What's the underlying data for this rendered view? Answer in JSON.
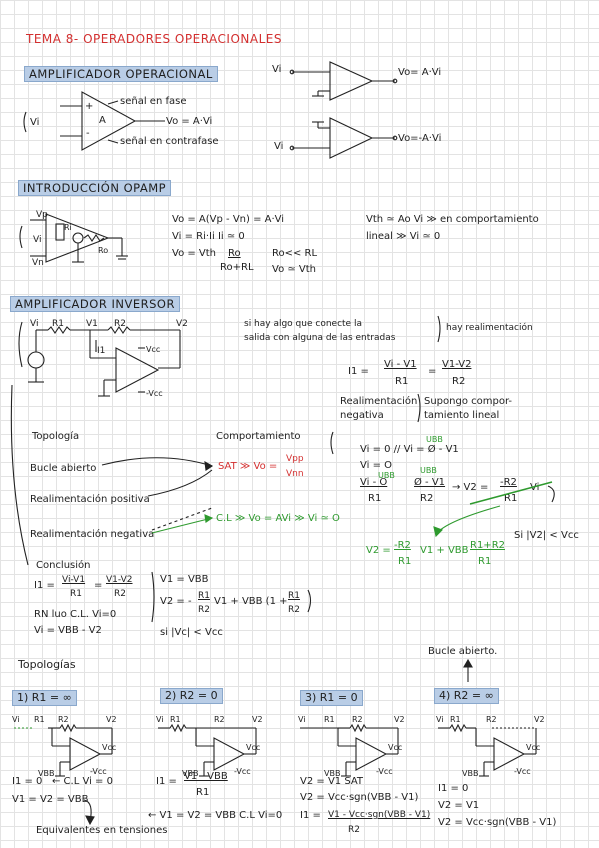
{
  "title": "TEMA 8- OPERADORES OPERACIONALES",
  "sec1": {
    "heading": "AMPLIFICADOR OPERACIONAL",
    "in_label": "Vi",
    "a_label": "A",
    "plus": "+",
    "minus": "-",
    "fase": "señal en fase",
    "vo": "Vo = A·Vi",
    "contrafase": "señal en contrafase",
    "r1_vi": "Vi",
    "r1_vo": "Vo= A·Vi",
    "r2_vi": "Vi",
    "r2_vo": "Vo=-A·Vi"
  },
  "sec2": {
    "heading": "INTRODUCCIÓN OPAMP",
    "vp": "Vp",
    "vi": "Vi",
    "vn": "Vn",
    "ri": "Ri",
    "ro": "Ro",
    "eq1": "Vo = A(Vp - Vn) = A·Vi",
    "eq2": "Vi = Ri·Ii    Ii ≃ 0",
    "eq3a": "Vo = Vth",
    "eq3b": "Ro",
    "eq3c": "Ro+RL",
    "eq3d": "Ro<< RL",
    "eq3e": "Vo ≃ Vth",
    "eq4": "Vth ≃ Ao Vi ≫ en comportamiento",
    "eq5": "lineal ≫ Vi ≃ 0"
  },
  "sec3": {
    "heading": "AMPLIFICADOR INVERSOR",
    "lbl_vi": "Vi",
    "lbl_r1": "R1",
    "lbl_v1": "V1",
    "lbl_r2": "R2",
    "lbl_v2": "V2",
    "lbl_i1": "I1",
    "lbl_vcc": "Vcc",
    "lbl_mvcc": "-Vcc",
    "note1": "si hay algo que conecte la",
    "note2": "salida con alguna de las entradas",
    "note3": "hay realimentación",
    "i1_eq_a": "I1 =",
    "i1_eq_b": "Vi - V1",
    "i1_eq_c": "R1",
    "i1_eq_d": "=",
    "i1_eq_e": "V1-V2",
    "i1_eq_f": "R2",
    "realim1": "Realimentación",
    "realim2": "negativa",
    "supongo1": "Supongo compor-",
    "supongo2": "tamiento lineal",
    "topologia": "Topología",
    "comportamiento": "Comportamiento",
    "bucle": "Bucle abierto",
    "sat": "SAT ≫ Vo =",
    "vpp": "Vpp",
    "vnn": "Vnn",
    "realpos": "Realimentación positiva",
    "realneg": "Realimentación negativa",
    "cl": "C.L ≫ Vo = AVi ≫ Vi ≃ O",
    "ubb": "UBB",
    "g1": "Vi = 0 // Vi = Ø - V1",
    "g2": "Vi = O",
    "g3a": "Vi - O",
    "g3b": "R1",
    "g3c": "Ø - V1",
    "g3d": "R2",
    "g3e": "→ V2 =",
    "g3f": "-R2",
    "g3g": "R1",
    "g3h": "Vi",
    "g4": "Si |V2| < Vcc",
    "g5a": "V2 =",
    "g5b": "-R2",
    "g5c": "R1",
    "g5d": "V1 + VBB",
    "g5e": "R1+R2",
    "g5f": "R1",
    "conclusion": "Conclusión",
    "c1a": "I1 =",
    "c1b": "Vi-V1",
    "c1c": "R1",
    "c1d": "=",
    "c1e": "V1-V2",
    "c1f": "R2",
    "c2": "RN luo C.L. Vi=0",
    "c3": "Vi = VBB - V2",
    "c4": "V1 = VBB",
    "c5a": "V2 = -",
    "c5b": "R1",
    "c5c": "R2",
    "c5d": "V1 + VBB (1 +",
    "c5e": "R1",
    "c5f": "R2",
    "c6": "si |Vc| < Vcc"
  },
  "sec4": {
    "topologias": "Topologías",
    "bucle_abierto": "Bucle abierto.",
    "cases": [
      {
        "label": "1) R1 = ∞"
      },
      {
        "label": "2) R2 = 0"
      },
      {
        "label": "3) R1 = 0"
      },
      {
        "label": "4) R2 = ∞"
      }
    ],
    "c1_l1": "I1 = 0",
    "c1_l1b": "← C.L Vi = 0",
    "c1_l2": "V1 = V2 = VBB",
    "c1_l3": "Equivalentes en tensiones",
    "c2_l1a": "I1 =",
    "c2_l1b": "V1 - VBB",
    "c2_l1c": "R1",
    "c2_l2": "← V1 = V2 = VBB C.L Vi=0",
    "c3_l1": "V2 = V1 SAT",
    "c3_l2": "V2 = Vcc·sgn(VBB - V1)",
    "c3_l3a": "I1 =",
    "c3_l3b": "V1 - Vcc·sgn(VBB - V1)",
    "c3_l3c": "R2",
    "c4_l1": "I1 = 0",
    "c4_l2": "V2 = V1",
    "c4_l3": "V2 = Vcc·sgn(VBB - V1)",
    "mini_vi": "Vi",
    "mini_r1": "R1",
    "mini_v1": "V1",
    "mini_r2": "R2",
    "mini_v2": "V2",
    "mini_vcc": "Vcc",
    "mini_mvcc": "-Vcc",
    "mini_vbb": "VBB"
  }
}
